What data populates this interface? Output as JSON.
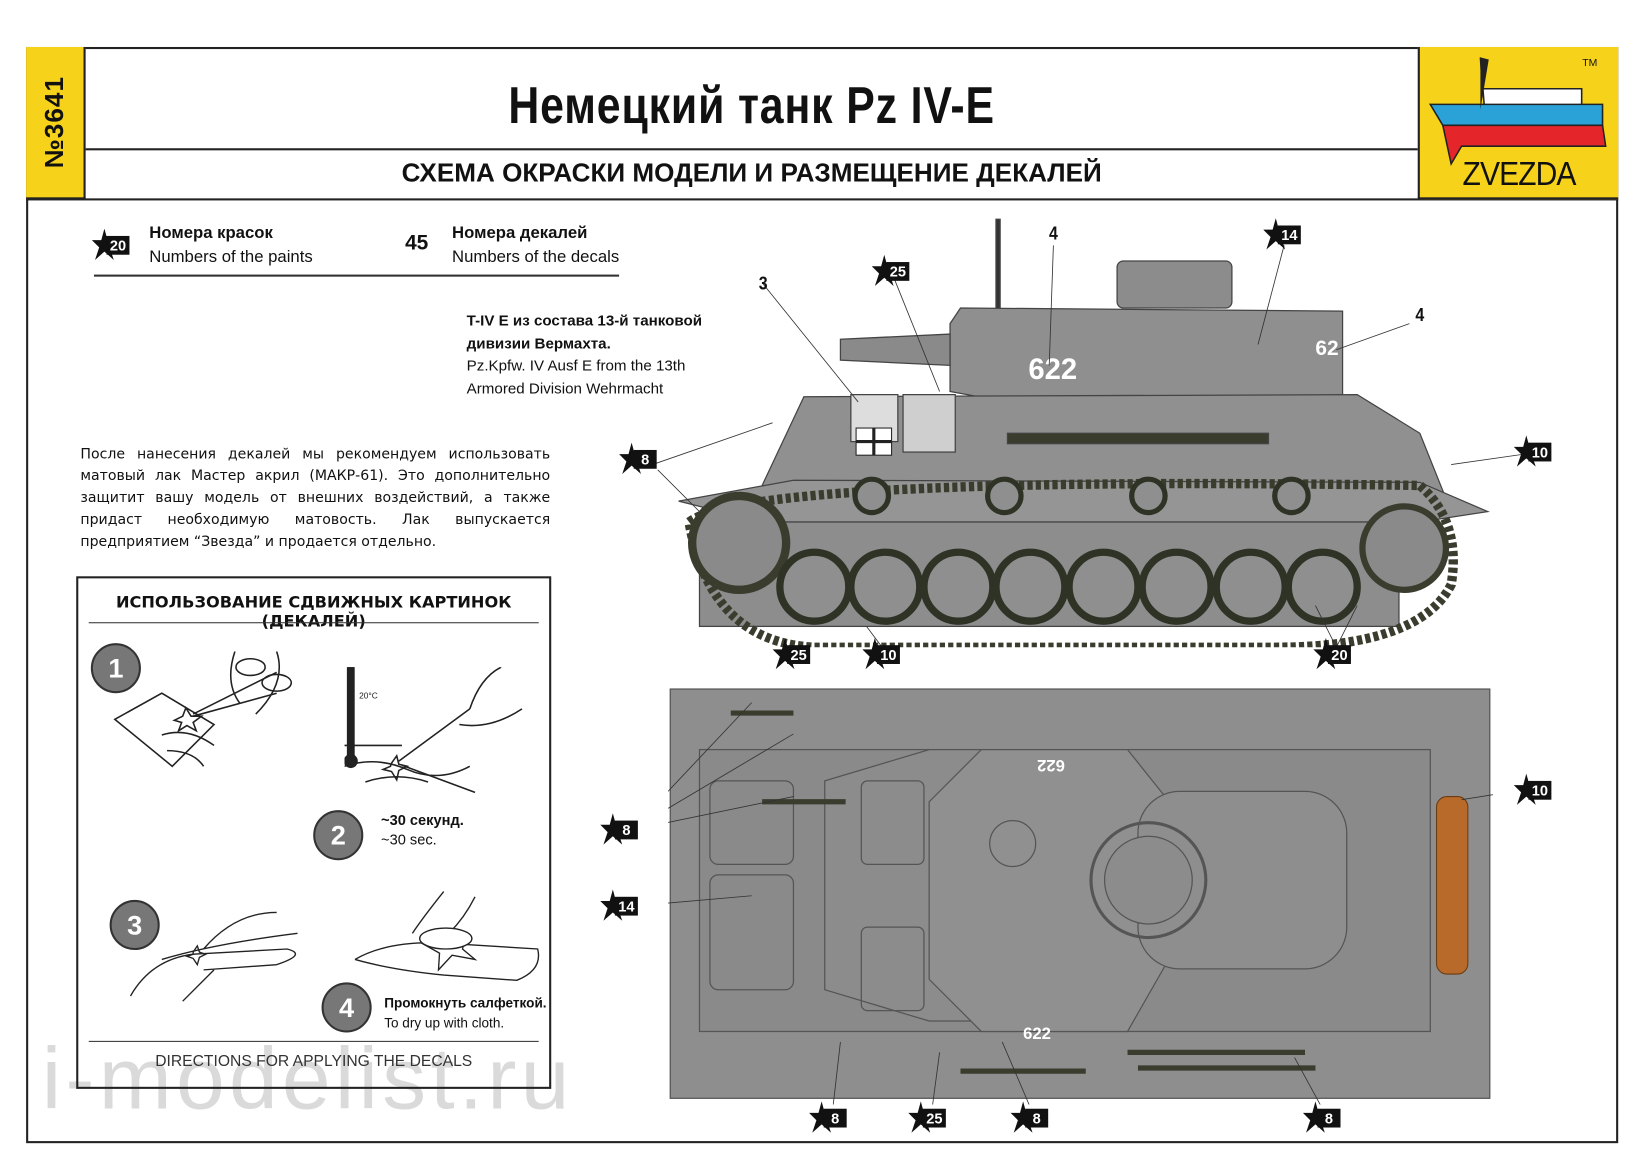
{
  "header": {
    "kit_number": "№3641",
    "title": "Немецкий танк Pz IV-E",
    "subtitle": "СХЕМА ОКРАСКИ МОДЕЛИ И РАЗМЕЩЕНИЕ ДЕКАЛЕЙ",
    "logo_text": "ZVEZDA",
    "trademark": "TM"
  },
  "legend": {
    "paint_example": "20",
    "paint_ru": "Номера красок",
    "paint_en": "Numbers of the paints",
    "decal_example": "45",
    "decal_ru": "Номера декалей",
    "decal_en": "Numbers of the decals"
  },
  "caption": {
    "ru_line1": "T-IV E из состава 13-й танковой",
    "ru_line2": "дивизии Вермахта.",
    "en_line1": "Pz.Kpfw. IV Ausf E from the 13th",
    "en_line2": "Armored Division Wehrmacht"
  },
  "paragraph": "После нанесения декалей мы рекомендуем использовать матовый лак Мастер акрил (МАКР-61). Это дополнительно защитит вашу модель от внешних воздействий, а также придаст необходимую матовость. Лак выпускается предприятием “Звезда” и продается отдельно.",
  "decal_guide": {
    "title": "ИСПОЛЬЗОВАНИЕ СДВИЖНЫХ КАРТИНОК (ДЕКАЛЕЙ)",
    "steps": [
      {
        "num": "1"
      },
      {
        "num": "2",
        "ru": "~30 секунд.",
        "en": "~30 sec.",
        "thermo": "20°C"
      },
      {
        "num": "3"
      },
      {
        "num": "4",
        "ru": "Промокнуть салфеткой.",
        "en": "To dry up with cloth."
      }
    ],
    "footer": "DIRECTIONS  FOR APPLYING THE DECALS"
  },
  "side_view": {
    "hull_number": "622",
    "hull_number_rear": "62",
    "decals": [
      "3",
      "4",
      "4"
    ],
    "paints": [
      "25",
      "14",
      "8",
      "10",
      "25",
      "10",
      "20"
    ]
  },
  "top_view": {
    "hull_number": "622",
    "paints": [
      "8",
      "14",
      "10",
      "8",
      "25",
      "8",
      "8"
    ]
  },
  "colors": {
    "panzer_grey": "#8f8f8f",
    "logo_yellow": "#f6d21a",
    "tarp_brown": "#b86a2a",
    "track": "#3a3d2e"
  },
  "watermark": "i-modelist.ru"
}
